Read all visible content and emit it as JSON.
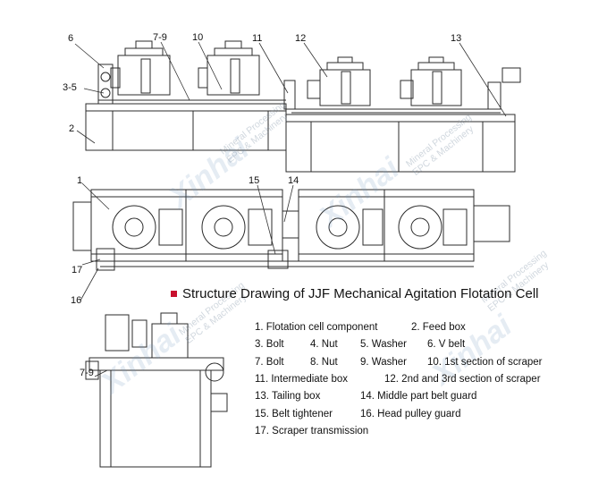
{
  "title": "Structure Drawing of JJF Mechanical Agitation Flotation Cell",
  "callouts": {
    "c6": "6",
    "c7_9_top": "7-9",
    "c10": "10",
    "c11": "11",
    "c12": "12",
    "c13": "13",
    "c3_5": "3-5",
    "c2": "2",
    "c1": "1",
    "c15": "15",
    "c14": "14",
    "c17": "17",
    "c16": "16",
    "c7_9_bottom": "7-9"
  },
  "legend": [
    "1. Flotation cell component",
    "2. Feed box",
    "3. Bolt",
    "4. Nut",
    "5. Washer",
    "6. V belt",
    "7. Bolt",
    "8. Nut",
    "9. Washer",
    "10. 1st section of scraper",
    "11. Intermediate box",
    "12. 2nd and 3rd section of scraper",
    "13. Tailing box",
    "14. Middle part belt guard",
    "15. Belt tightener",
    "16. Head pulley guard",
    "17. Scraper transmission"
  ],
  "watermark": {
    "logo": "Xinhai",
    "line1": "Mineral Processing",
    "line2": "EPC & Machinery"
  },
  "colors": {
    "title_marker": "#c8102e",
    "line": "#2b2b2b",
    "watermark": "#7a9cc0"
  }
}
